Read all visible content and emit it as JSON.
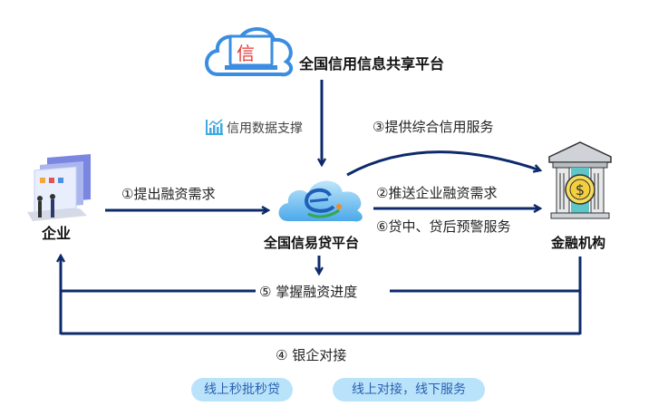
{
  "nodes": {
    "credit_platform": "全国信用信息共享平台",
    "credit_platform_icon_char": "信",
    "loan_platform": "全国信易贷平台",
    "enterprise": "企业",
    "financial_institution": "金融机构"
  },
  "edges": {
    "credit_data_support": "信用数据支撑",
    "step1": "①提出融资需求",
    "step2": "②推送企业融资需求",
    "step3": "③提供综合信用服务",
    "step4": "④ 银企对接",
    "step5": "⑤ 掌握融资进度",
    "step6": "⑥贷中、贷后预警服务"
  },
  "tags": [
    "线上秒批秒贷",
    "线上对接，线下服务"
  ],
  "colors": {
    "arrow": "#0d2a6b",
    "pill_bg": "#b9e3fb",
    "pill_text": "#2a5fb0",
    "cloud_blue": "#3a8de0",
    "icon_red": "#e53935"
  }
}
